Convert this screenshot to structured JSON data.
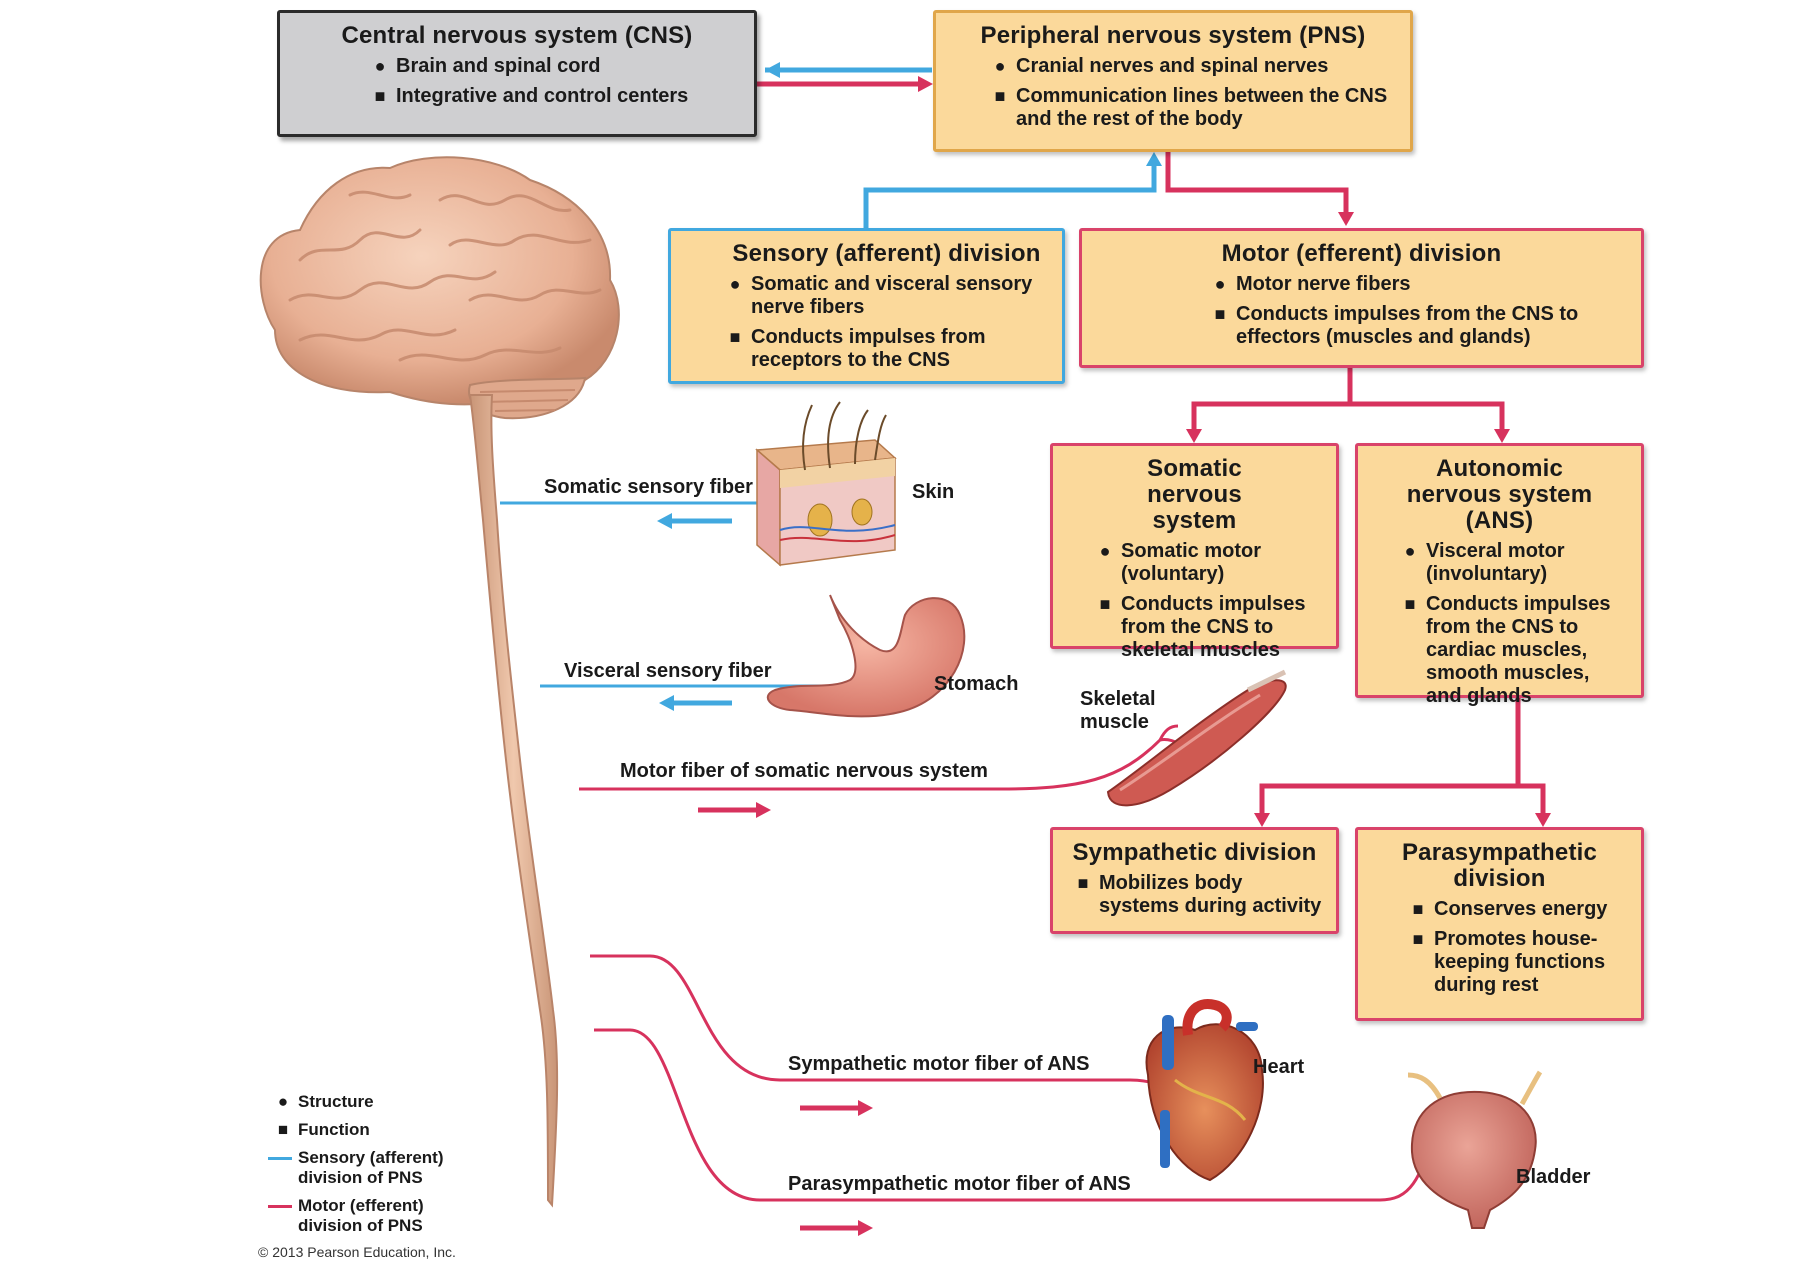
{
  "boxes": {
    "cns": {
      "title": "Central nervous system (CNS)",
      "items": [
        {
          "marker": "●",
          "text": "Brain and spinal cord"
        },
        {
          "marker": "■",
          "text": "Integrative and control centers"
        }
      ]
    },
    "pns": {
      "title": "Peripheral nervous system (PNS)",
      "items": [
        {
          "marker": "●",
          "text": "Cranial nerves and spinal nerves"
        },
        {
          "marker": "■",
          "text": "Communication lines between the CNS and the rest of the body"
        }
      ]
    },
    "sensory": {
      "title": "Sensory (afferent) division",
      "items": [
        {
          "marker": "●",
          "text": "Somatic and visceral sensory nerve fibers"
        },
        {
          "marker": "■",
          "text": "Conducts impulses from receptors to the CNS"
        }
      ]
    },
    "motor": {
      "title": "Motor (efferent) division",
      "items": [
        {
          "marker": "●",
          "text": "Motor nerve fibers"
        },
        {
          "marker": "■",
          "text": "Conducts impulses from the CNS to effectors (muscles and glands)"
        }
      ]
    },
    "somatic": {
      "title": "Somatic nervous system",
      "items": [
        {
          "marker": "●",
          "text": "Somatic motor (voluntary)"
        },
        {
          "marker": "■",
          "text": "Conducts impulses from the CNS to skeletal muscles"
        }
      ]
    },
    "autonomic": {
      "title": "Autonomic nervous system (ANS)",
      "items": [
        {
          "marker": "●",
          "text": "Visceral motor (involuntary)"
        },
        {
          "marker": "■",
          "text": "Conducts impulses from the CNS to cardiac muscles, smooth muscles, and glands"
        }
      ]
    },
    "sympathetic": {
      "title": "Sympathetic division",
      "items": [
        {
          "marker": "■",
          "text": "Mobilizes body systems during activity"
        }
      ]
    },
    "parasympathetic": {
      "title": "Parasympathetic division",
      "items": [
        {
          "marker": "■",
          "text": "Conserves energy"
        },
        {
          "marker": "■",
          "text": "Promotes house-keeping functions during rest"
        }
      ]
    }
  },
  "labels": {
    "somatic_sensory_fiber": "Somatic sensory fiber",
    "skin": "Skin",
    "visceral_sensory_fiber": "Visceral sensory fiber",
    "stomach": "Stomach",
    "skeletal_muscle": "Skeletal muscle",
    "motor_fiber_somatic": "Motor fiber of somatic nervous system",
    "sympathetic_motor_fiber": "Sympathetic motor fiber of ANS",
    "heart": "Heart",
    "parasympathetic_motor_fiber": "Parasympathetic motor fiber of ANS",
    "bladder": "Bladder"
  },
  "legend": {
    "structure": {
      "marker": "●",
      "text": "Structure"
    },
    "function": {
      "marker": "■",
      "text": "Function"
    },
    "sensory": "Sensory (afferent) division of PNS",
    "motor": "Motor (efferent) division of PNS"
  },
  "copyright": "© 2013 Pearson Education, Inc.",
  "colors": {
    "sensory": "#41a8df",
    "motor": "#d7325d",
    "box_fill": "#fbd99b",
    "cns_fill": "#cfcfd1"
  }
}
